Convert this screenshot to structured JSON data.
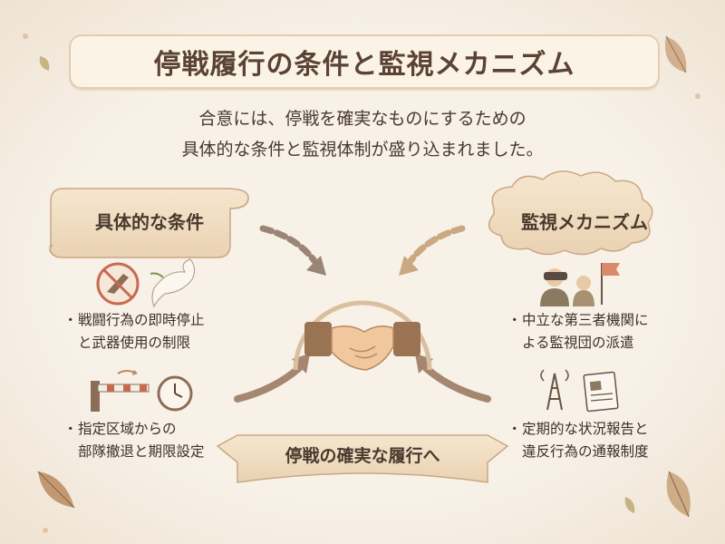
{
  "title": "停戦履行の条件と監視メカニズム",
  "subtitle": {
    "line1": "合意には、停戦を確実なものにするための",
    "line2": "具体的な条件と監視体制が盛り込まれました。"
  },
  "left_section": {
    "heading": "具体的な条件",
    "items": [
      {
        "line1": "戦闘行為の即時停止",
        "line2": "と武器使用の制限",
        "icons": [
          "no-weapons-icon",
          "dove-icon"
        ]
      },
      {
        "line1": "指定区域からの",
        "line2": "部隊撤退と期限設定",
        "icons": [
          "barrier-icon",
          "clock-icon"
        ]
      }
    ]
  },
  "right_section": {
    "heading": "監視メカニズム",
    "items": [
      {
        "line1": "中立な第三者機関に",
        "line2": "よる監視団の派遣",
        "icons": [
          "observers-icon",
          "flag-icon"
        ]
      },
      {
        "line1": "定期的な状況報告と",
        "line2": "違反行為の通報制度",
        "icons": [
          "radio-tower-icon",
          "report-icon"
        ]
      }
    ]
  },
  "center": {
    "icon": "handshake-icon"
  },
  "bottom_banner": "停戦の確実な履行へ",
  "colors": {
    "background": "#f7f1e8",
    "banner_fill": "#f0dcc0",
    "accent_brown": "#8a6a52",
    "text": "#4a3a2e"
  }
}
